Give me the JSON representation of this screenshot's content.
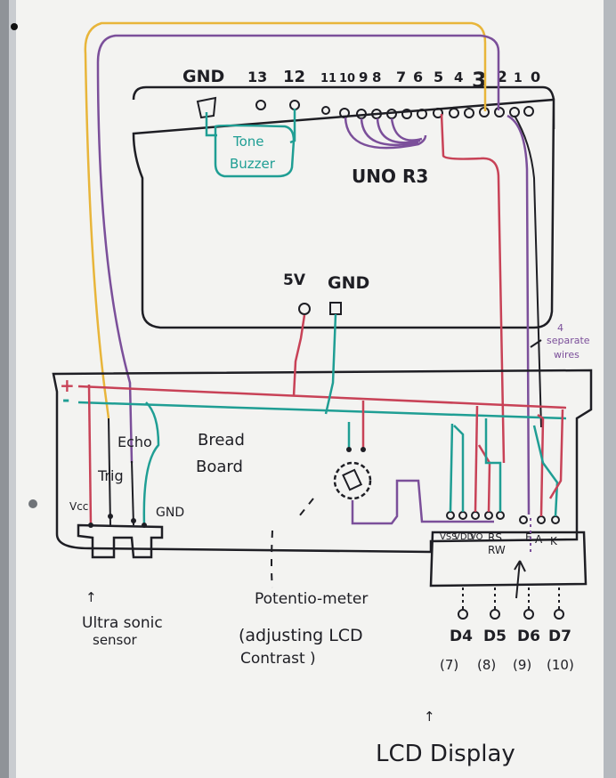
{
  "colors": {
    "board": "#f2f3f1",
    "ink": "#1e1e24",
    "red": "#c84257",
    "teal": "#1f9e94",
    "purple": "#7b4f9a",
    "yellow": "#e8b53a"
  },
  "arduino": {
    "pin_labels": [
      "GND",
      "13",
      "12",
      "11",
      "10",
      "9",
      "8",
      "7",
      "6",
      "5",
      "4",
      "3",
      "2",
      "1",
      "0"
    ],
    "title": "UNO R3",
    "power_5v": "5V",
    "power_gnd": "GND"
  },
  "buzzer": {
    "label_line1": "Tone",
    "label_line2": "Buzzer"
  },
  "breadboard": {
    "plus": "+",
    "minus": "-",
    "label_line1": "Bread",
    "label_line2": "Board"
  },
  "ultrasonic": {
    "pins": [
      "Vcc",
      "Trig",
      "Echo",
      "GND"
    ],
    "label_line1": "Ultra sonic",
    "label_line2": "sensor"
  },
  "potentiometer": {
    "label_line1": "Potentio-meter",
    "label_line2": "(adjusting LCD",
    "label_line3": "Contrast )"
  },
  "lcd": {
    "pin_labels": [
      "VSS",
      "VDD",
      "VO",
      "RS",
      "RW",
      "E",
      "A",
      "K"
    ],
    "data_pins": [
      "D4",
      "D5",
      "D6",
      "D7"
    ],
    "data_pin_numbers": [
      "(7)",
      "(8)",
      "(9)",
      "(10)"
    ],
    "label": "LCD Display",
    "separate_wires_note_line1": "4",
    "separate_wires_note_line2": "separate",
    "separate_wires_note_line3": "wires"
  }
}
